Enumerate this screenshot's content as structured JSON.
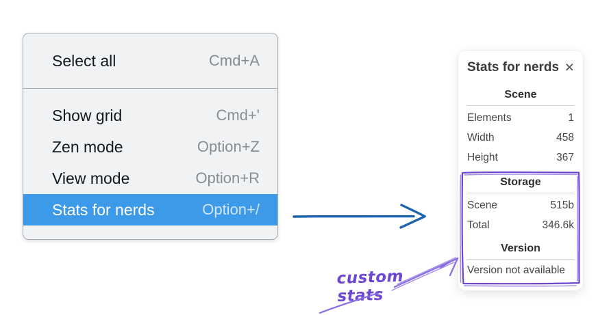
{
  "colors": {
    "menu_bg": "#f0f2f4",
    "menu_border": "#a9aeb5",
    "menu_text": "#15181b",
    "shortcut_text": "#888d93",
    "highlight_bg": "#3d9ae8",
    "highlight_text": "#ffffff",
    "highlight_shortcut": "#cfe6fa",
    "panel_bg": "#ffffff",
    "panel_text": "#474747",
    "divider": "#ccd4de",
    "arrow_blue": "#1b63ae",
    "annotation_purple": "#6d47d1",
    "annotation_arrow": "#8a6ce3"
  },
  "context_menu": {
    "items": [
      {
        "label": "Select all",
        "shortcut": "Cmd+A"
      },
      {
        "label": "Show grid",
        "shortcut": "Cmd+'"
      },
      {
        "label": "Zen mode",
        "shortcut": "Option+Z"
      },
      {
        "label": "View mode",
        "shortcut": "Option+R"
      },
      {
        "label": "Stats for nerds",
        "shortcut": "Option+/"
      }
    ],
    "selected_item": "Stats for nerds"
  },
  "stats_panel": {
    "title": "Stats for nerds",
    "close_icon": "×",
    "sections": [
      {
        "heading": "Scene",
        "rows": [
          {
            "label": "Elements",
            "value": "1"
          },
          {
            "label": "Width",
            "value": "458"
          },
          {
            "label": "Height",
            "value": "367"
          }
        ]
      },
      {
        "heading": "Storage",
        "rows": [
          {
            "label": "Scene",
            "value": "515b"
          },
          {
            "label": "Total",
            "value": "346.6k"
          }
        ]
      },
      {
        "heading": "Version",
        "note": "Version not available"
      }
    ]
  },
  "annotation": {
    "label": "custom stats"
  }
}
